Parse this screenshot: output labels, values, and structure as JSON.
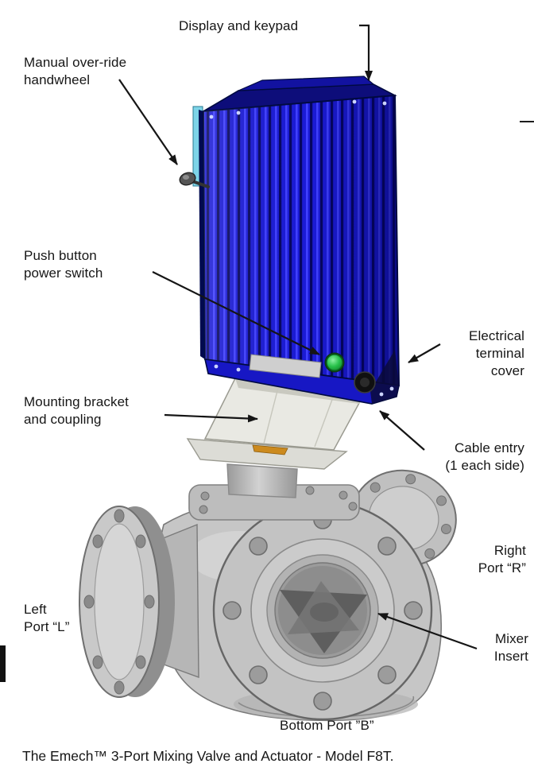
{
  "figure": {
    "caption": "The Emech™ 3-Port Mixing Valve and Actuator - Model F8T.",
    "labels": {
      "display_keypad": "Display and keypad",
      "handwheel": "Manual over-ride\nhandwheel",
      "power_switch": "Push button\npower switch",
      "terminal_cover": "Electrical\nterminal\ncover",
      "mounting_bracket": "Mounting bracket\nand coupling",
      "cable_entry": "Cable entry\n(1 each side)",
      "left_port": "Left\nPort “L”",
      "right_port": "Right\nPort “R”",
      "mixer_insert": "Mixer\nInsert",
      "bottom_port": "Bottom Port ”B”"
    },
    "colors": {
      "actuator_blue": "#1b1bd6",
      "actuator_dark_blue": "#060660",
      "power_button_green": "#1fae3a",
      "valve_gray": "#c6c6c6",
      "bracket_white": "#e9e9e3",
      "annotation_black": "#151515"
    }
  }
}
